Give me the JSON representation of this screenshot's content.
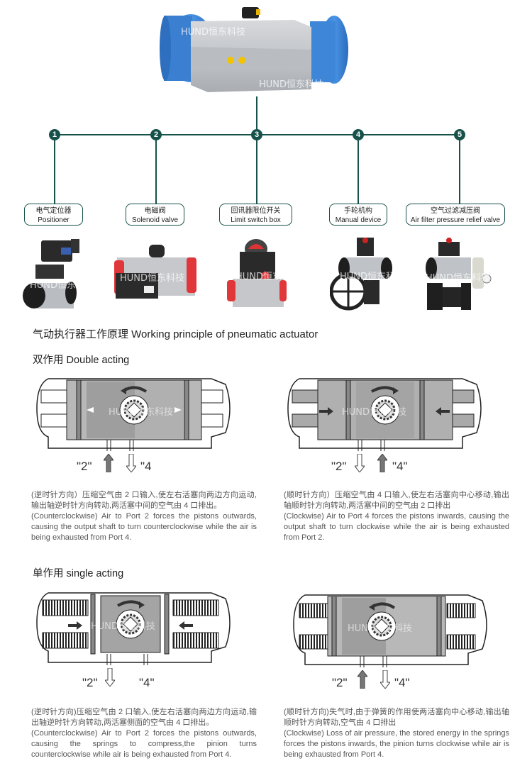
{
  "watermark": "HUND恒东科技",
  "accessories": [
    {
      "number": "1",
      "zh": "电气定位器",
      "en": "Positioner"
    },
    {
      "number": "2",
      "zh": "电磁阀",
      "en": "Solenoid valve"
    },
    {
      "number": "3",
      "zh": "回讯器限位开关",
      "en": "Limit switch box"
    },
    {
      "number": "4",
      "zh": "手轮机构",
      "en": "Manual device"
    },
    {
      "number": "5",
      "zh": "空气过滤减压阀",
      "en": "Air filter pressure relief valve"
    }
  ],
  "colors": {
    "connector": "#17524a",
    "actuator_cap": "#3d86d8",
    "accessory_cap": "#e0383a"
  },
  "principle_title": "气动执行器工作原理 Working principle of pneumatic actuator",
  "double_acting": {
    "heading": "双作用  Double acting",
    "diagrams": [
      {
        "port2": "\"2\"",
        "port4": "\"4",
        "zh": "(逆时针方向）压缩空气由 2 口输入,使左右活塞向两边方向运动,输出轴逆时针方向转动,两活塞中间的空气由 4 口排出。",
        "en": "(Counterclockwise) Air to Port 2 forces the pistons outwards, causing the output shaft to turn counterclockwise while the air is being exhausted from Port 4."
      },
      {
        "port2": "\"2\"",
        "port4": "\"4\"",
        "zh": "(顺时针方向）压缩空气由 4 口输入,使左右活塞向中心移动,输出轴顺时针方向转动,两活塞中间的空气由 2 口排出",
        "en": "(Clockwise) Air to Port 4 forces the pistons inwards, causing the output shaft to turn clockwise while the air is being exhausted from Port 2."
      }
    ]
  },
  "single_acting": {
    "heading": "单作用  single acting",
    "diagrams": [
      {
        "port2": "\"2\"",
        "port4": "\"4\"",
        "zh": "(逆时针方向)压缩空气由 2 口输入,使左右活塞向两边方向运动,输出轴逆时针方向转动,两活塞侧面的空气由 4 口排出。",
        "en": "(Counterclockwise) Air to Port 2 forces the pistons outwards, causing the springs to compress,the pinion turns counterclockwise while air is being exhausted from Port 4."
      },
      {
        "port2": "\"2\"",
        "port4": "\"4\"",
        "zh": "(顺时针方向)失气时,由于弹簧的作用使两活塞向中心移动,输出轴顺时针方向转动,空气由 4 口排出",
        "en": "(Clockwise) Loss of air pressure, the stored energy in the springs forces the pistons inwards, the pinion turns clockwise while air is being exhausted from Port 4."
      }
    ]
  }
}
